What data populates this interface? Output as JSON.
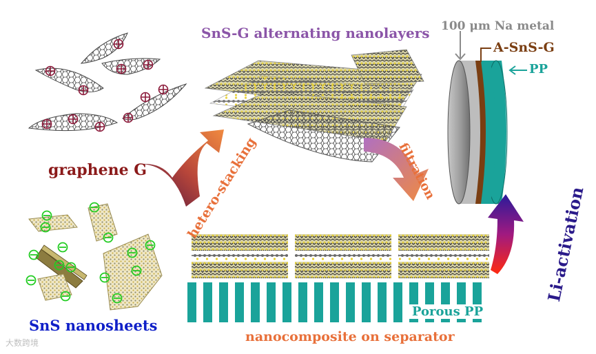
{
  "labels": {
    "title": "SnS-G  alternating nanolayers",
    "graphene": "graphene G",
    "sns": "SnS nanosheets",
    "hetero": "hetero-stacking",
    "filtration": "filtration",
    "na_metal": "100 μm Na metal",
    "asnsg": "A-SnS-G",
    "pp": "PP",
    "porous_pp": "Porous PP",
    "nanocomposite": "nanocomposite on separator",
    "li_activation": "Li-activation",
    "watermark": "大数跨境"
  },
  "colors": {
    "title": "#8b55a8",
    "graphene": "#8b1a1a",
    "sns": "#1020c8",
    "process": "#e8703a",
    "na_label": "#8a8a8a",
    "asnsg": "#7a3e12",
    "teal": "#1aa39a",
    "li": "#2a1a8a",
    "plus": "#8b1a3a",
    "minus": "#22cc22"
  },
  "icons": {
    "plus_charge": "plus-circle-icon",
    "minus_charge": "minus-circle-icon"
  }
}
